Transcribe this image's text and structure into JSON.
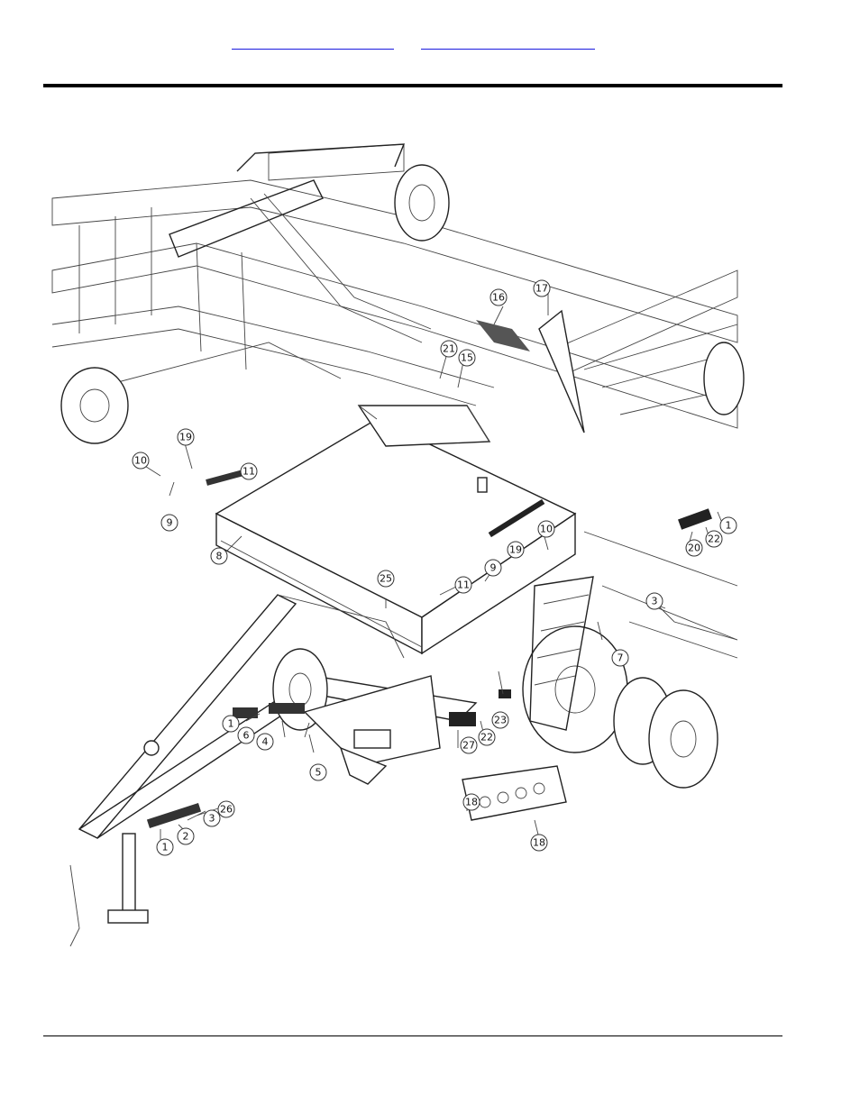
{
  "header": {
    "link_left": "",
    "link_right": ""
  },
  "callouts": [
    {
      "id": "c16",
      "label": "16"
    },
    {
      "id": "c17",
      "label": "17"
    },
    {
      "id": "c21",
      "label": "21"
    },
    {
      "id": "c15",
      "label": "15"
    },
    {
      "id": "c19a",
      "label": "19"
    },
    {
      "id": "c10a",
      "label": "10"
    },
    {
      "id": "c11a",
      "label": "11"
    },
    {
      "id": "c9a",
      "label": "9"
    },
    {
      "id": "c8a",
      "label": "8"
    },
    {
      "id": "c25",
      "label": "25"
    },
    {
      "id": "c11b",
      "label": "11"
    },
    {
      "id": "c9b",
      "label": "9"
    },
    {
      "id": "c19b",
      "label": "19"
    },
    {
      "id": "c10b",
      "label": "10"
    },
    {
      "id": "c20",
      "label": "20"
    },
    {
      "id": "c22a",
      "label": "22"
    },
    {
      "id": "c1a",
      "label": "1"
    },
    {
      "id": "c3a",
      "label": "3"
    },
    {
      "id": "c7a",
      "label": "7"
    },
    {
      "id": "c1b",
      "label": "1"
    },
    {
      "id": "c6",
      "label": "6"
    },
    {
      "id": "c4",
      "label": "4"
    },
    {
      "id": "c5",
      "label": "5"
    },
    {
      "id": "c27",
      "label": "27"
    },
    {
      "id": "c22b",
      "label": "22"
    },
    {
      "id": "c23",
      "label": "23"
    },
    {
      "id": "c18a",
      "label": "18"
    },
    {
      "id": "c18b",
      "label": "18"
    },
    {
      "id": "c26",
      "label": "26"
    },
    {
      "id": "c3b",
      "label": "3"
    },
    {
      "id": "c2",
      "label": "2"
    },
    {
      "id": "c1c",
      "label": "1"
    }
  ]
}
